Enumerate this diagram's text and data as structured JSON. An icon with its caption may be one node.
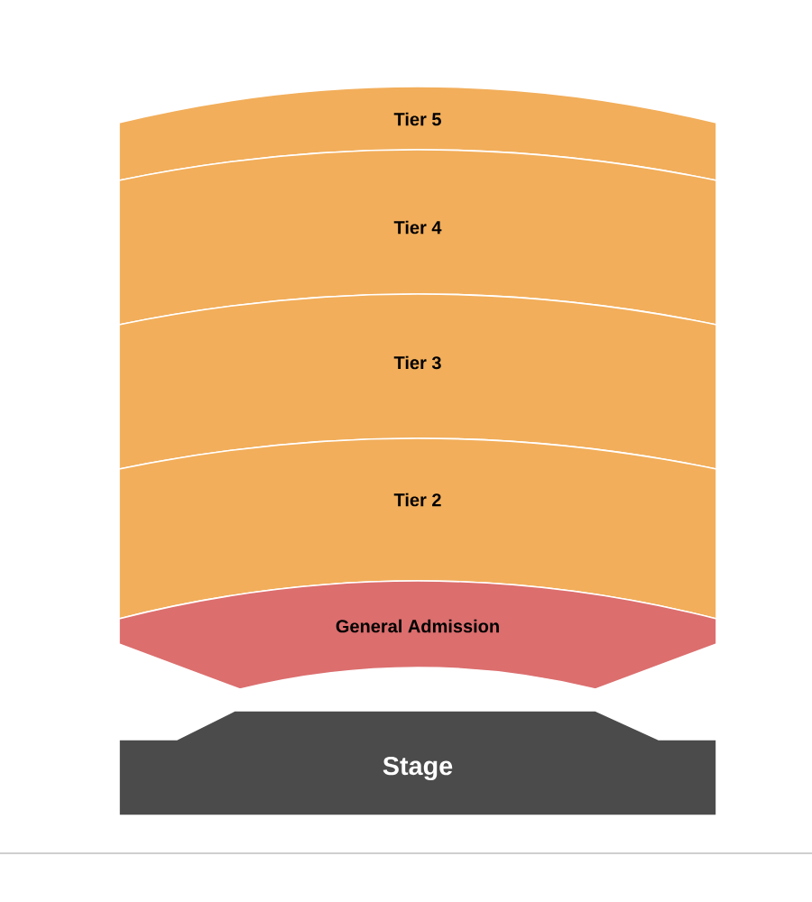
{
  "diagram": {
    "nodes": [
      {
        "text": [
          "Tier 5"
        ]
      },
      {
        "text": [
          "Tier 4"
        ]
      },
      {
        "text": [
          "Tier 3"
        ]
      },
      {
        "text": [
          "Tier 2"
        ]
      },
      {
        "text": [
          "General Admission"
        ]
      },
      {
        "text": [
          "Stage"
        ]
      }
    ]
  }
}
